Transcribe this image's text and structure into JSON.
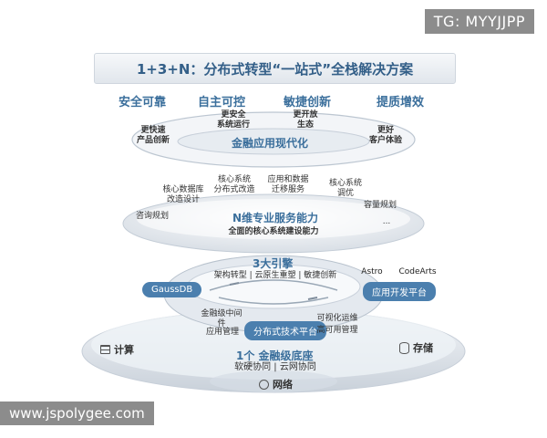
{
  "tag": "TG: MYYJJPP",
  "watermark": "www.jspolygee.com",
  "title": "1+3+N：分布式转型“一站式”全栈解决方案",
  "values": [
    "安全可靠",
    "自主可控",
    "敏捷创新",
    "提质增效"
  ],
  "top_ring": {
    "center": "金融应用现代化",
    "labels": [
      "更快速\n产品创新",
      "更安全\n系统运行",
      "更开放\n生态",
      "更好\n客户体验"
    ]
  },
  "n_ring": {
    "title": "N维专业服务能力",
    "subtitle": "全面的核心系统建设能力",
    "services": [
      "核心数据库\n改造设计",
      "核心系统\n分布式改造",
      "应用和数据\n迁移服务",
      "核心系统\n调优",
      "咨询规划",
      "容量规划",
      "..."
    ]
  },
  "engine": {
    "title": "3大引擎",
    "items": "架构转型 | 云原生重塑 | 敏捷创新",
    "left_pill": "GaussDB",
    "right_pill": "应用开发平台",
    "right_labels": [
      "Astro",
      "CodeArts"
    ],
    "center_pill": "分布式技术平台",
    "middleware": "金融级中间\n件",
    "app_mgmt": "应用管理",
    "ops": "可视化运维",
    "ha": "高可用管理"
  },
  "base": {
    "title": "1个 金融级底座",
    "subtitle": "软硬协同 | 云网协同",
    "compute": "计算",
    "storage": "存储",
    "network": "网络"
  }
}
